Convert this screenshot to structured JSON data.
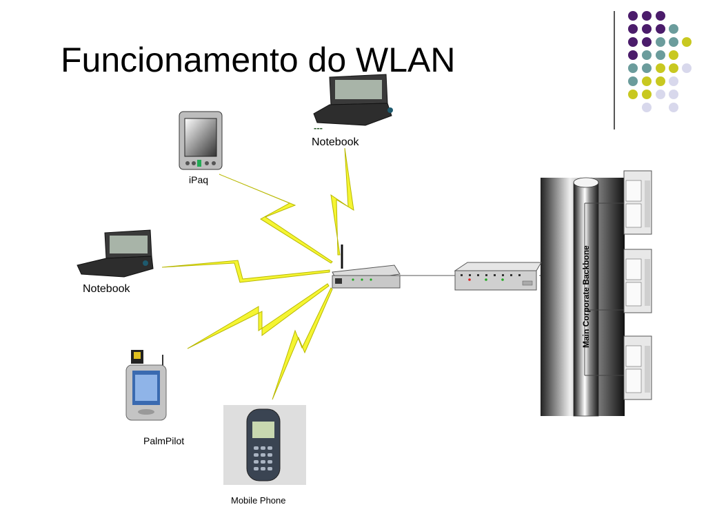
{
  "slide": {
    "title": "Funcionamento do WLAN"
  },
  "decoration": {
    "dot_colors": {
      "purple": "#4b1c6b",
      "teal": "#6b9c9c",
      "yellow": "#c8c820",
      "lavender": "#d8d8ec"
    }
  },
  "devices": {
    "notebook_top": {
      "label": "Notebook",
      "dashes": "---"
    },
    "ipaq": {
      "label": "iPaq"
    },
    "notebook_left": {
      "label": "Notebook"
    },
    "palmpilot": {
      "label": "PalmPilot"
    },
    "mobile_phone": {
      "label": "Mobile Phone"
    }
  },
  "network": {
    "backbone_label": "Main Corporate Backbone",
    "lightning_color": "#f5f532"
  }
}
